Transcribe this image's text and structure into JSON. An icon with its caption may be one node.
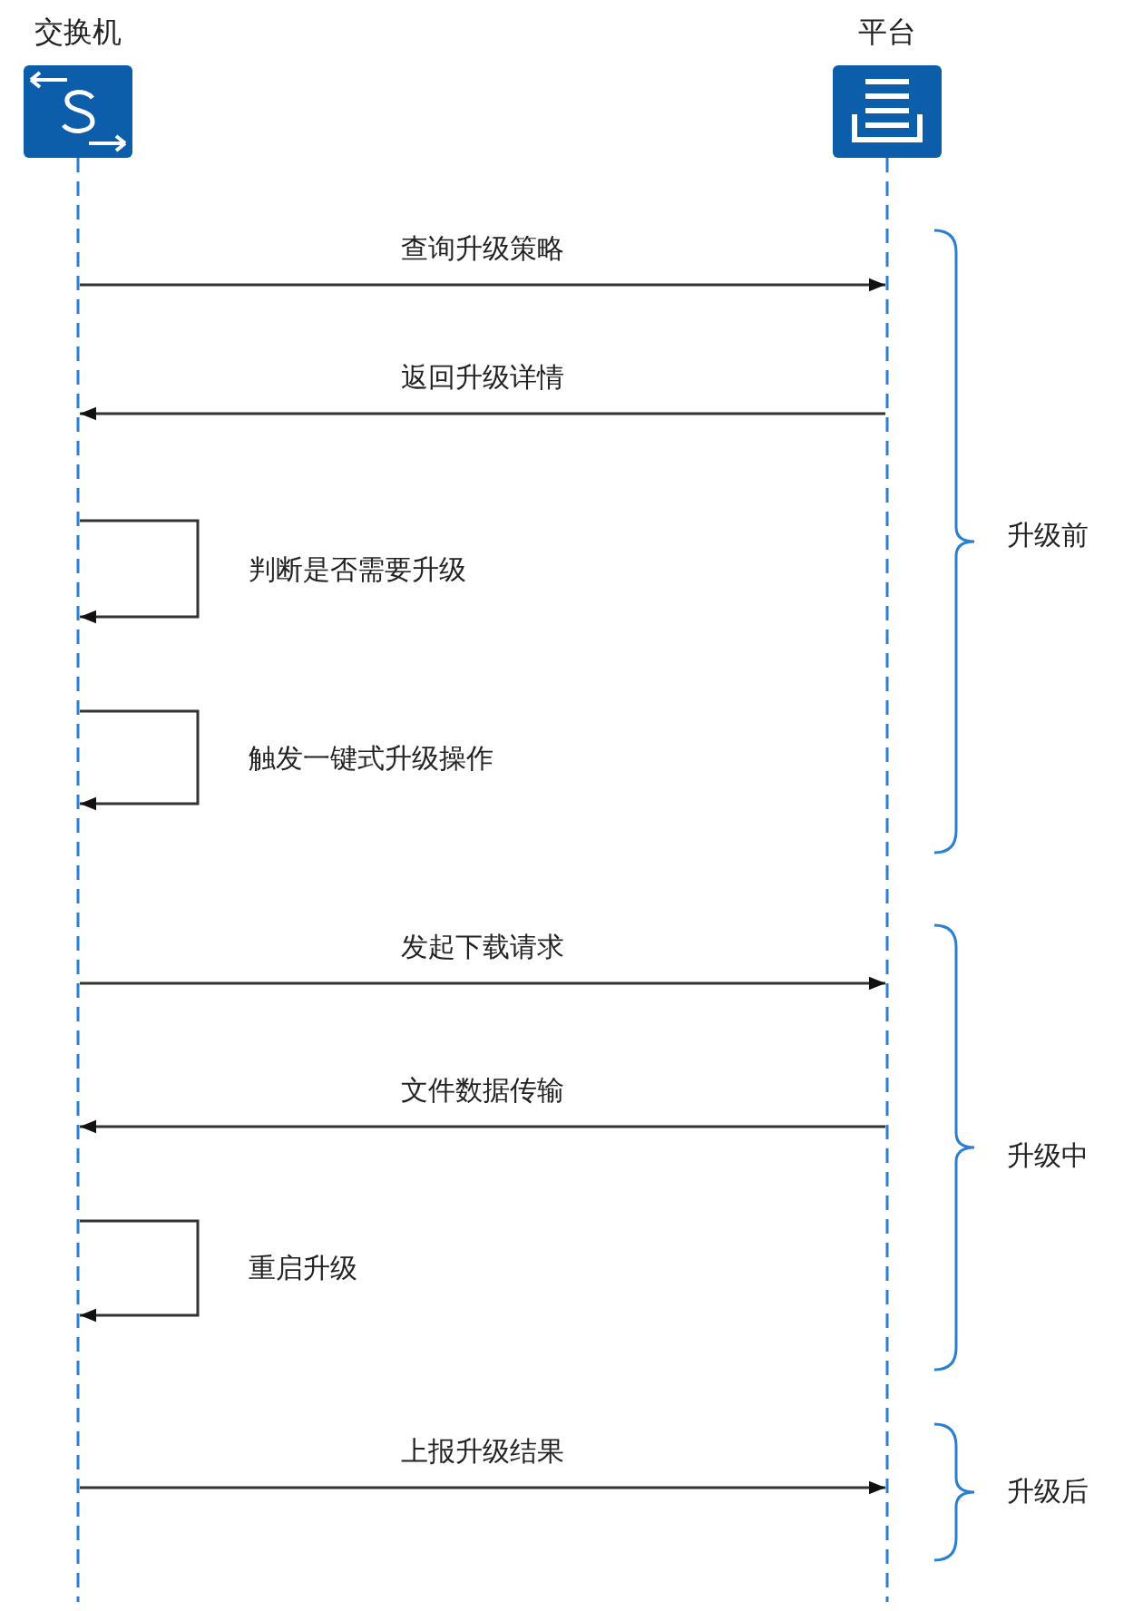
{
  "diagram": {
    "nodes": [
      {
        "text": [
          "交换机"
        ]
      },
      {
        "text": [
          "平台"
        ]
      }
    ],
    "edges": [
      {
        "from": 0,
        "to": 1,
        "arrow": "to",
        "label": "查询升级策略"
      },
      {
        "from": 1,
        "to": 0,
        "arrow": "to",
        "label": "返回升级详情"
      },
      {
        "from": 0,
        "to": 0,
        "arrow": "to",
        "label": "判断是否需要升级"
      },
      {
        "from": 0,
        "to": 0,
        "arrow": "to",
        "label": "触发一键式升级操作"
      },
      {
        "from": 0,
        "to": 1,
        "arrow": "to",
        "label": "发起下载请求"
      },
      {
        "from": 1,
        "to": 0,
        "arrow": "to",
        "label": "文件数据传输"
      },
      {
        "from": 0,
        "to": 0,
        "arrow": "to",
        "label": "重启升级"
      },
      {
        "from": 0,
        "to": 1,
        "arrow": "to",
        "label": "上报升级结果"
      }
    ],
    "labels": [
      "升级前",
      "升级中",
      "升级后"
    ]
  }
}
